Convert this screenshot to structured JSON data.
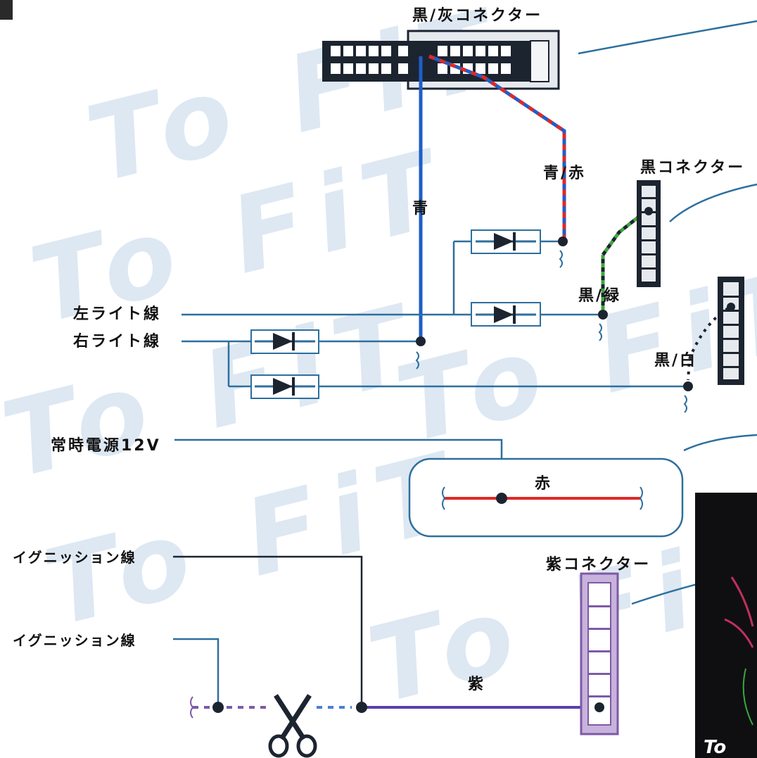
{
  "connectors": {
    "black_gray": "黒/灰コネクター",
    "black": "黒コネクター",
    "purple": "紫コネクター"
  },
  "wires": {
    "blue": "青",
    "blue_red": "青/赤",
    "black_green": "黒/緑",
    "black_white": "黒/白",
    "red": "赤",
    "purple": "紫"
  },
  "leads": {
    "left_light": "左ライト線",
    "right_light": "右ライト線",
    "constant_power": "常時電源12V",
    "ignition_1": "イグニッション線",
    "ignition_2": "イグニッション線"
  },
  "watermark": "To FiT",
  "photo_caption": "To",
  "colors": {
    "wire_line": "#2d6f9e",
    "blue": "#1f5ec8",
    "red": "#e02828",
    "green": "#3aa83a",
    "purple": "#7d5aa6",
    "connector_dark": "#1c2430"
  }
}
